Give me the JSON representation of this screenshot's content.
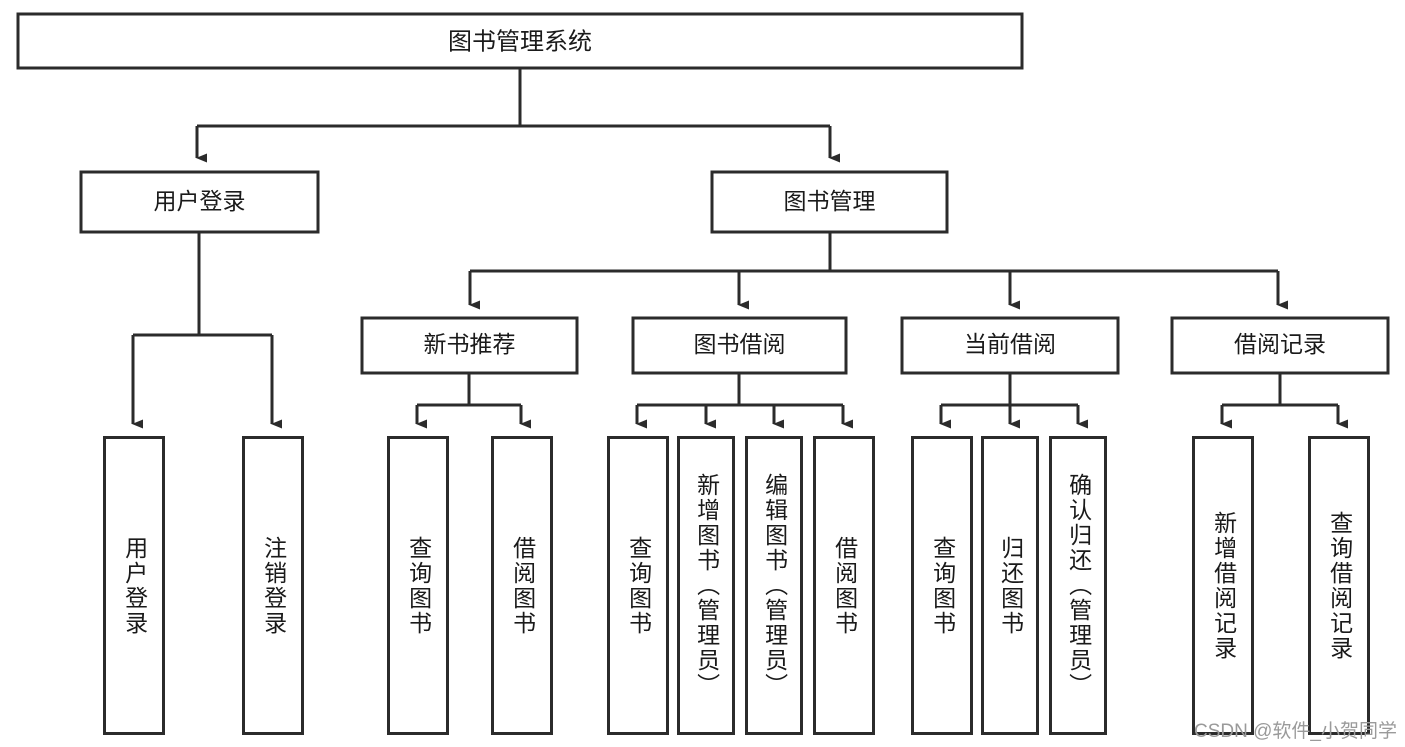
{
  "diagram": {
    "title_node": {
      "label": "图书管理系统"
    },
    "level2": [
      {
        "label": "用户登录"
      },
      {
        "label": "图书管理"
      }
    ],
    "level3": [
      {
        "label": "新书推荐"
      },
      {
        "label": "图书借阅"
      },
      {
        "label": "当前借阅"
      },
      {
        "label": "借阅记录"
      }
    ],
    "leaves": {
      "user_login": [
        {
          "label": "用户登录"
        },
        {
          "label": "注销登录"
        }
      ],
      "new_book_recommend": [
        {
          "label": "查询图书"
        },
        {
          "label": "借阅图书"
        }
      ],
      "book_borrow": [
        {
          "label": "查询图书"
        },
        {
          "label": "新增图书（管理员）"
        },
        {
          "label": "编辑图书（管理员）"
        },
        {
          "label": "借阅图书"
        }
      ],
      "current_borrow": [
        {
          "label": "查询图书"
        },
        {
          "label": "归还图书"
        },
        {
          "label": "确认归还（管理员）"
        }
      ],
      "borrow_record": [
        {
          "label": "新增借阅记录"
        },
        {
          "label": "查询借阅记录"
        }
      ]
    },
    "watermark": "CSDN @软件_小贺同学",
    "colors": {
      "stroke": "#2b2b2b",
      "fill": "#ffffff",
      "text": "#1a1a1a",
      "watermark": "#9a9a9a"
    }
  }
}
